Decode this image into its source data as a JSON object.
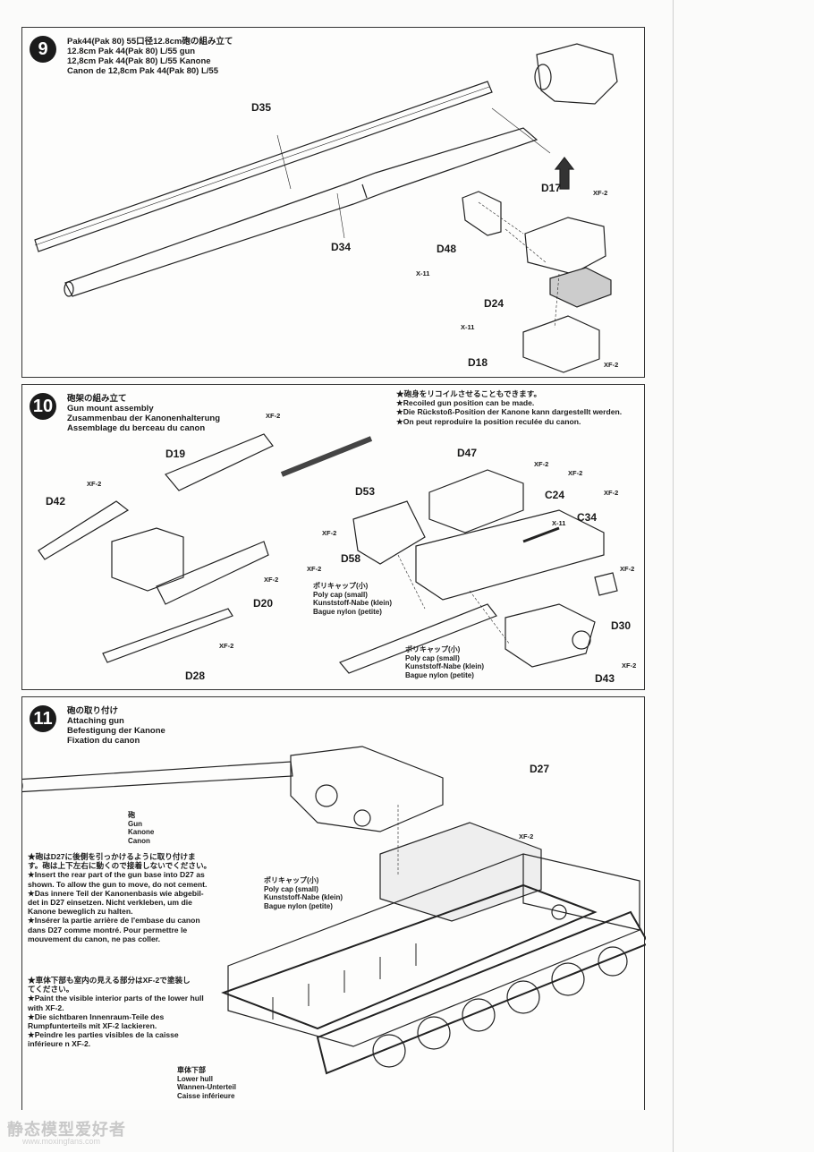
{
  "step9": {
    "number": "9",
    "title_lines": [
      "Pak44(Pak 80) 55口径12.8cm砲の組み立て",
      "12.8cm Pak 44(Pak 80) L/55 gun",
      "12,8cm Pak 44(Pak 80) L/55 Kanone",
      "Canon de 12,8cm Pak 44(Pak 80) L/55"
    ],
    "labels": {
      "d35": "D35",
      "d34": "D34",
      "d17": "D17",
      "d48": "D48",
      "d24": "D24",
      "d18": "D18"
    },
    "paints": {
      "xf2_a": "XF-2",
      "xf2_b": "XF-2",
      "x11_a": "X-11",
      "x11_b": "X-11"
    }
  },
  "step10": {
    "number": "10",
    "title_lines": [
      "砲架の組み立て",
      "Gun mount assembly",
      "Zusammenbau der Kanonenhalterung",
      "Assemblage du berceau du canon"
    ],
    "note_lines": [
      "★砲身をリコイルさせることもできます。",
      "★Recoiled gun position can be made.",
      "★Die Rückstoß-Position der Kanone kann dargestellt werden.",
      "★On peut reproduire la position reculée du canon."
    ],
    "labels": {
      "d19": "D19",
      "d42": "D42",
      "d20": "D20",
      "d28": "D28",
      "d47": "D47",
      "d53": "D53",
      "c24": "C24",
      "c34": "C34",
      "d58": "D58",
      "d30": "D30",
      "d43": "D43"
    },
    "paints": {
      "xf2": "XF-2",
      "x11": "X-11"
    },
    "polycap_lines": [
      "ポリキャップ(小)",
      "Poly cap (small)",
      "Kunststoff-Nabe (klein)",
      "Bague nylon (petite)"
    ]
  },
  "step11": {
    "number": "11",
    "title_lines": [
      "砲の取り付け",
      "Attaching gun",
      "Befestigung der Kanone",
      "Fixation du canon"
    ],
    "labels": {
      "d27": "D27"
    },
    "paints": {
      "xf2": "XF-2"
    },
    "gun_lines": [
      "砲",
      "Gun",
      "Kanone",
      "Canon"
    ],
    "polycap_lines": [
      "ポリキャップ(小)",
      "Poly cap (small)",
      "Kunststoff-Nabe (klein)",
      "Bague nylon (petite)"
    ],
    "note1_lines": [
      "★砲はD27に後側を引っかけるように取り付けま",
      "す。砲は上下左右に動くので接着しないでください。",
      "★Insert the rear part of the gun base into D27 as",
      "shown. To allow the gun to move, do not cement.",
      "★Das innere Teil der Kanonenbasis wie abgebil-",
      "det in D27 einsetzen. Nicht verkleben, um die",
      "Kanone beweglich zu halten.",
      "★Insérer la partie arrière de l'embase du canon",
      "dans D27 comme montré. Pour permettre le",
      "mouvement du canon, ne pas coller."
    ],
    "note2_lines": [
      "★車体下部も室内の見える部分はXF-2で塗装し",
      "てください。",
      "★Paint the visible interior parts of the lower hull",
      "with XF-2.",
      "★Die     sichtbaren     Innenraum-Teile     des",
      "Rumpfunterteils mit XF-2 lackieren.",
      "★Peindre  les  parties  visibles  de  la  caisse",
      "inférieure n XF-2."
    ],
    "hull_lines": [
      "車体下部",
      "Lower hull",
      "Wannen-Unterteil",
      "Caisse inférieure"
    ]
  },
  "watermark": {
    "text": "静态模型爱好者",
    "url": "www.moxingfans.com"
  }
}
